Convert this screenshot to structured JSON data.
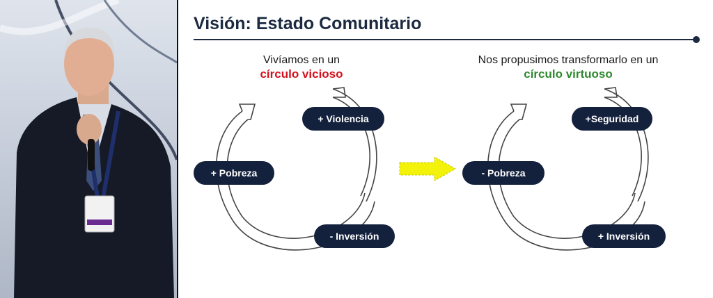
{
  "slide": {
    "title": "Visión: Estado Comunitario",
    "left_cycle": {
      "caption_line1": "Vivíamos en un",
      "caption_line2": "círculo vicioso",
      "emphasis_color": "#d4111b",
      "nodes": {
        "top": "+ Violencia",
        "left": "+ Pobreza",
        "bottom": "- Inversión"
      }
    },
    "right_cycle": {
      "caption_line1": "Nos propusimos transformarlo en un",
      "caption_line2": "círculo virtuoso",
      "emphasis_color": "#2e8a2f",
      "nodes": {
        "top": "+Seguridad",
        "left": "- Pobreza",
        "bottom": "+ Inversión"
      }
    },
    "transition_arrow": {
      "color": "#f2f20a",
      "icon": "right-arrow-icon"
    },
    "pill_color": "#14213d"
  }
}
